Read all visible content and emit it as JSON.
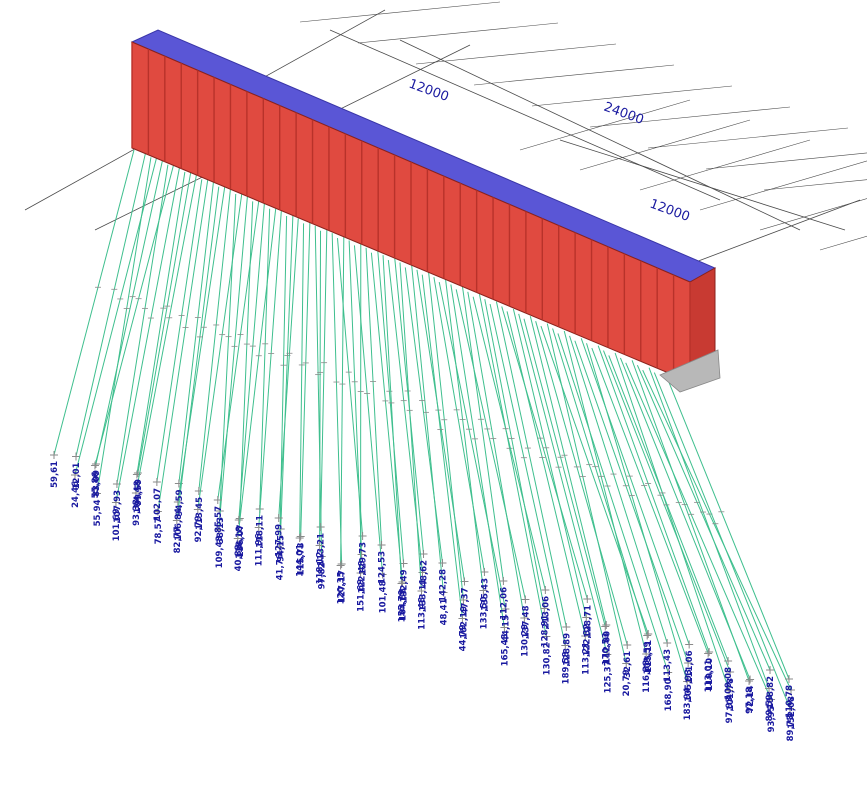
{
  "dimensions": {
    "span_left": "12000",
    "span_total": "24000",
    "span_right": "12000"
  },
  "colors": {
    "deck_top": "#5a56d6",
    "deck_front": "#e04a40",
    "deck_rib": "#b8322a",
    "pile": "#3fbf8e",
    "grid": "#4a4a4a",
    "label": "#1a1aa0",
    "pile_node": "#8a8a8a"
  },
  "pile_labels": [
    "59,61",
    "12,01",
    "24,46",
    "55,94",
    "83,09",
    "55,86",
    "107,93",
    "101,69",
    "99,59",
    "104,48",
    "93,33",
    "78,57",
    "102,07",
    "94,59",
    "106,84",
    "82,77",
    "113,45",
    "92,79",
    "38,13",
    "109,43",
    "85,57",
    "136,07",
    "118,18",
    "40,88",
    "118,11",
    "111,96",
    "94,15",
    "41,76",
    "127,99",
    "115,73",
    "144,01",
    "97,82",
    "113,21",
    "118,12",
    "127,17",
    "120,35",
    "129,73",
    "122,48",
    "151,69",
    "101,48",
    "124,53",
    "132,49",
    "104,88",
    "155,79",
    "48,62",
    "133,11",
    "113,48",
    "48,41",
    "142,28",
    "47,37",
    "162,19",
    "44,79",
    "135,43",
    "133,50",
    "44,15",
    "165,43",
    "112,06",
    "137,48",
    "130,29",
    "130,82",
    "213,06",
    "128,91",
    "128,89",
    "189,58",
    "128,71",
    "122,32",
    "113,21",
    "125,37",
    "112,00",
    "170,53",
    "32,61",
    "20,79",
    "115,11",
    "109,59",
    "116,38",
    "168,90",
    "113,43",
    "111,06",
    "105,93",
    "183,94",
    "110,10",
    "113,01",
    "101,78",
    "97,93",
    "109,08",
    "72,14",
    "97,18",
    "93,95",
    "158,82",
    "89,59",
    "152,08",
    "89,73",
    "110,78"
  ]
}
